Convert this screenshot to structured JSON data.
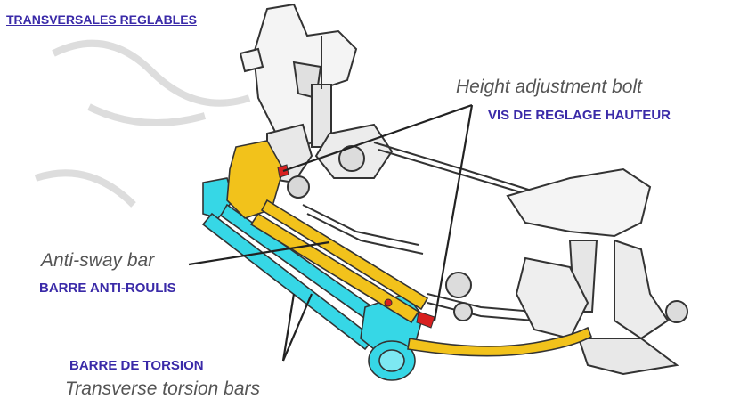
{
  "labels": {
    "title": "TRANSVERSALES REGLABLES",
    "height_bolt_en": "Height adjustment bolt",
    "height_bolt_fr": "VIS DE REGLAGE HAUTEUR",
    "antisway_en": "Anti-sway bar",
    "antisway_fr": "BARRE ANTI-ROULIS",
    "torsion_fr": "BARRE DE TORSION",
    "torsion_en": "Transverse torsion bars"
  },
  "colors": {
    "label_fr": "#3a2aa8",
    "label_en": "#555555",
    "torsion_bar": "#36d7e6",
    "antisway_bar": "#f2c21b",
    "adjust_bolt": "#d81f1f",
    "drawing_line": "#333333"
  }
}
